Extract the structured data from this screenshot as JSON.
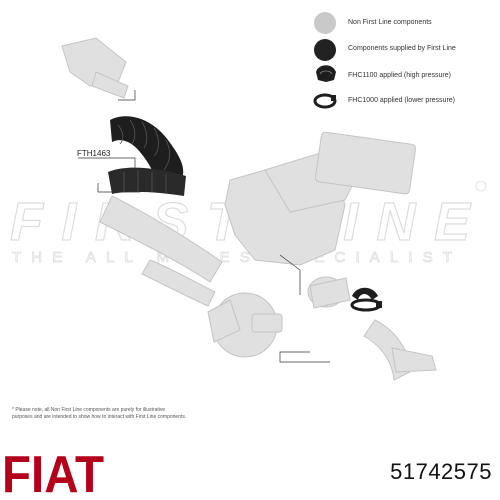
{
  "legend": [
    {
      "label": "Non First Line components",
      "icon": "light-grey-circle",
      "color": "#c9c9c9"
    },
    {
      "label": "Components supplied by First Line",
      "icon": "black-circle",
      "color": "#222222"
    },
    {
      "label": "FHC1100 applied (high pressure)",
      "icon": "clamp-high-pressure-icon"
    },
    {
      "label": "FHC1000 applied (lower pressure)",
      "icon": "clamp-lower-pressure-icon"
    }
  ],
  "part_label": "FTH1463",
  "footnote": "* Please note, all Non First Line components are purely for illustrative purposes and are intended to show how to interact with First Line components.",
  "watermark": {
    "brand": "FIRST LINE",
    "tagline": "THE ALL MAKES SPECIALIST"
  },
  "brand_logo": "FIAT",
  "part_number": "51742575",
  "colors": {
    "ghost_parts": "#e0e0e0",
    "ghost_outline": "#c4c4c4",
    "supplied_part": "#1e1e1e",
    "brand_red": "#b3001b"
  }
}
